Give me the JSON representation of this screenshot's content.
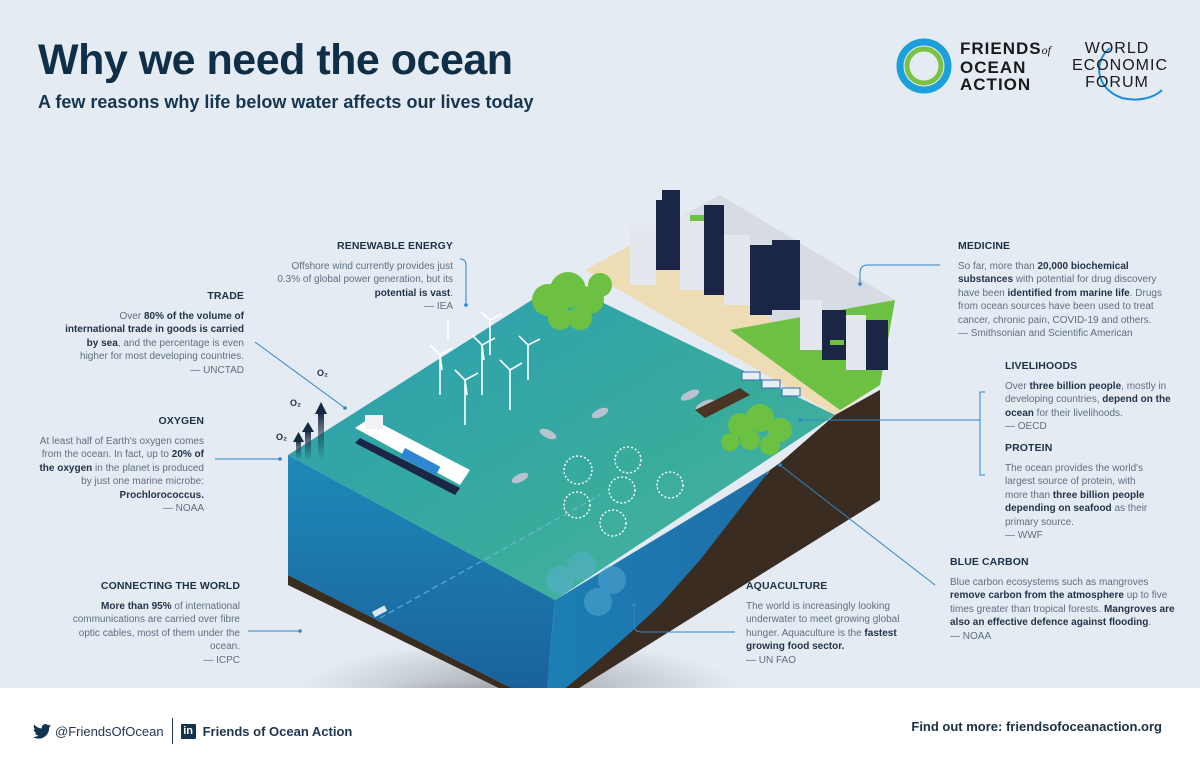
{
  "header": {
    "title": "Why we need the ocean",
    "subtitle": "A few reasons why life below water affects our lives today"
  },
  "logos": {
    "friends_of_ocean_action": {
      "line1": "FRIENDS",
      "of": "of",
      "line2": "OCEAN",
      "line3": "ACTION",
      "ring_colors": [
        "#1ba0dc",
        "#7bc143"
      ]
    },
    "world_economic_forum": {
      "line1": "WORLD",
      "line2": "ECONOMIC",
      "line3": "FORUM",
      "arc_color": "#1a8fe0"
    }
  },
  "illustration": {
    "o2_labels": [
      "O2",
      "O2",
      "O2"
    ],
    "colors": {
      "ocean_surface": "#2ba3a5",
      "ocean_side": "#1f7fb8",
      "earth": "#3d2e22",
      "beach": "#eedcb4",
      "trees": "#6cc142",
      "buildings_dark": "#1b2545",
      "buildings_light": "#e4e7ee",
      "callout_line": "#2e86c8"
    }
  },
  "facts": {
    "trade": {
      "heading": "TRADE",
      "pre": "Over ",
      "bold1": "80% of the volume of international trade in goods is carried by sea",
      "post": ", and the percentage is even higher for most developing countries.",
      "source": "— UNCTAD"
    },
    "oxygen": {
      "heading": "OXYGEN",
      "pre": "At least half of Earth's oxygen comes from the ocean. In fact, up to ",
      "bold1": "20% of the oxygen",
      "mid": " in the planet is produced by just one marine microbe: ",
      "bold2": "Prochlorococcus.",
      "source": "— NOAA"
    },
    "connecting": {
      "heading": "CONNECTING THE WORLD",
      "bold1": "More than 95%",
      "post": " of international communications are carried over fibre optic cables, most of them under the ocean.",
      "source": "— ICPC"
    },
    "renewable": {
      "heading": "RENEWABLE ENERGY",
      "pre": "Offshore wind currently provides just 0.3% of global power generation, but its ",
      "bold1": "potential is vast",
      "post": ".",
      "source": "— IEA"
    },
    "medicine": {
      "heading": "MEDICINE",
      "pre": "So far, more than ",
      "bold1": "20,000 biochemical substances",
      "mid": " with potential for drug discovery have been ",
      "bold2": "identified from marine life",
      "post": ". Drugs from ocean sources have been used to treat cancer, chronic pain, COVID-19 and others.",
      "source": "— Smithsonian and Scientific American"
    },
    "livelihoods": {
      "heading": "LIVELIHOODS",
      "pre": "Over ",
      "bold1": "three billion people",
      "mid": ", mostly in developing countries, ",
      "bold2": "depend on the ocean",
      "post": " for their livelihoods.",
      "source": "— OECD"
    },
    "protein": {
      "heading": "PROTEIN",
      "pre": "The ocean provides the world's largest source of protein, with more than ",
      "bold1": "three billion people depending on seafood",
      "post": " as their primary source.",
      "source": "— WWF"
    },
    "blue_carbon": {
      "heading": "BLUE CARBON",
      "pre": "Blue carbon ecosystems such as mangroves ",
      "bold1": "remove carbon from the atmosphere",
      "mid": " up to five times greater than tropical forests. ",
      "bold2": "Mangroves are also an effective defence against flooding",
      "post": ".",
      "source": "— NOAA"
    },
    "aquaculture": {
      "heading": "AQUACULTURE",
      "pre": "The world is increasingly looking underwater to meet growing global hunger. Aquaculture is the ",
      "bold1": "fastest growing food sector.",
      "source": "— UN FAO"
    }
  },
  "footer": {
    "twitter_handle": "@FriendsOfOcean",
    "linkedin_icon_text": "in",
    "linkedin_name": "Friends of Ocean Action",
    "find_out_more": "Find out more: friendsofoceanaction.org"
  }
}
